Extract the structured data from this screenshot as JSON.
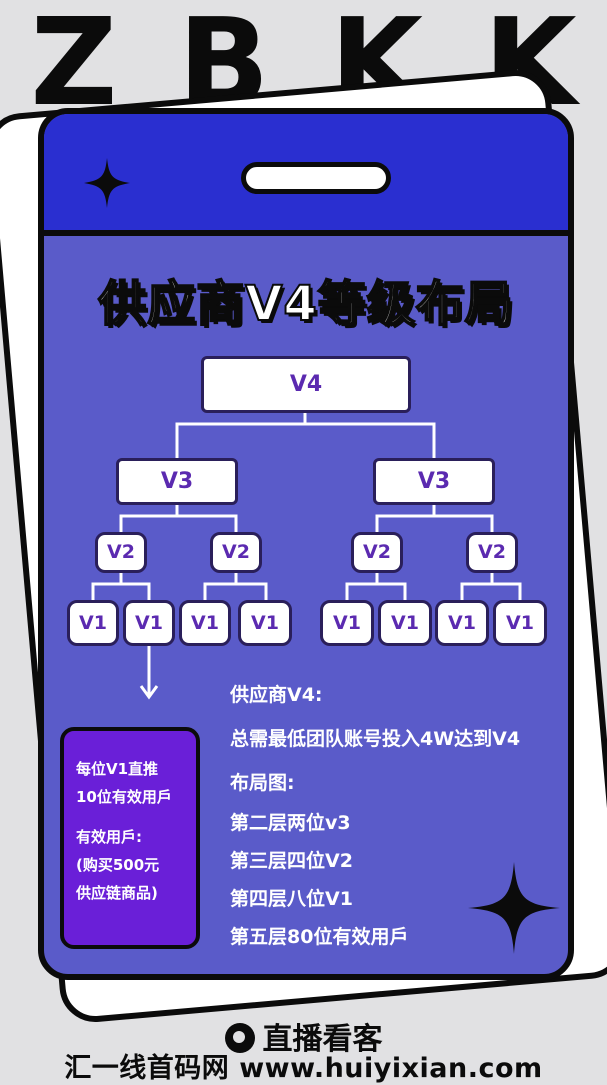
{
  "brand_letters": [
    "Z",
    "B",
    "K",
    "K"
  ],
  "title": "供应商V4等级布局",
  "tree": {
    "level4": [
      "V4"
    ],
    "level3": [
      "V3",
      "V3"
    ],
    "level2": [
      "V2",
      "V2",
      "V2",
      "V2"
    ],
    "level1": [
      "V1",
      "V1",
      "V1",
      "V1",
      "V1",
      "V1",
      "V1",
      "V1"
    ]
  },
  "info_box": {
    "line1": "每位V1直推",
    "line2": "10位有效用戶",
    "line3": "有效用戶:",
    "line4": "(购买500元",
    "line5": "供应链商品)"
  },
  "notes": {
    "heading": "供应商V4:",
    "requirement": "总需最低团队账号投入4W达到V4",
    "layout_heading": "布局图:",
    "layer2": "第二层两位v3",
    "layer3": "第三层四位V2",
    "layer4": "第四层八位V1",
    "layer5": "第五层80位有效用戶"
  },
  "footer": {
    "brand": "直播看客",
    "watermark": "汇一线首码网 www.huiyixian.com"
  },
  "colors": {
    "background": "#e1e1e3",
    "card": "#5a5bc9",
    "card_header": "#2a2fd0",
    "info_box": "#6a1fd8",
    "node_text": "#5b2ab0"
  }
}
